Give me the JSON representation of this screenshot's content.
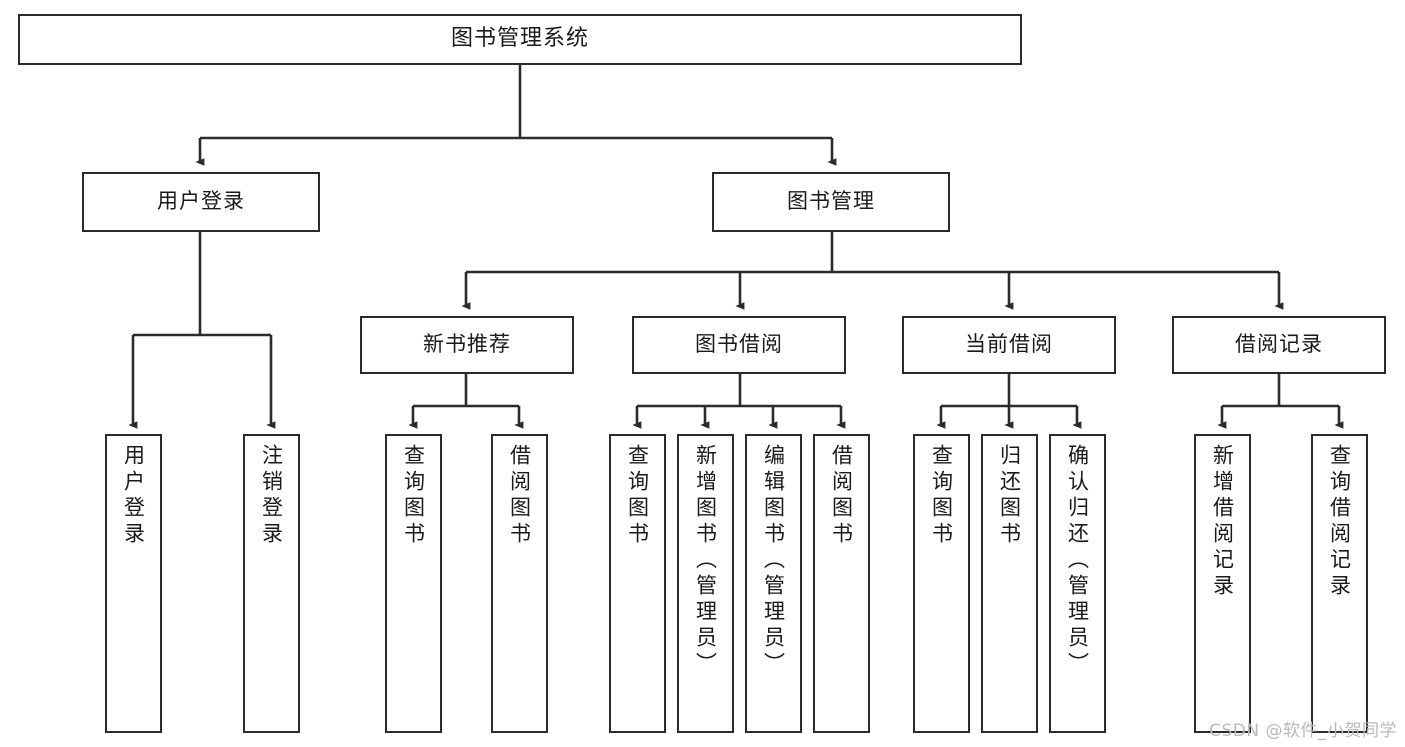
{
  "diagram": {
    "title": "图书管理系统",
    "type": "tree-hierarchy",
    "stroke_color": "#2b2b2b",
    "text_color": "#1a1a1a",
    "background": "#ffffff"
  },
  "root": {
    "label": "图书管理系统"
  },
  "level2": [
    {
      "label": "用户登录"
    },
    {
      "label": "图书管理"
    }
  ],
  "level3": [
    {
      "label": "新书推荐"
    },
    {
      "label": "图书借阅"
    },
    {
      "label": "当前借阅"
    },
    {
      "label": "借阅记录"
    }
  ],
  "leaves": {
    "user_login": [
      {
        "label": "用户登录"
      },
      {
        "label": "注销登录"
      }
    ],
    "new_book": [
      {
        "label": "查询图书"
      },
      {
        "label": "借阅图书"
      }
    ],
    "book_borrow": [
      {
        "label": "查询图书"
      },
      {
        "label": "新增图书（管理员）"
      },
      {
        "label": "编辑图书（管理员）"
      },
      {
        "label": "借阅图书"
      }
    ],
    "current_borrow": [
      {
        "label": "查询图书"
      },
      {
        "label": "归还图书"
      },
      {
        "label": "确认归还（管理员）"
      }
    ],
    "borrow_record": [
      {
        "label": "新增借阅记录"
      },
      {
        "label": "查询借阅记录"
      }
    ]
  },
  "watermark": {
    "text": "CSDN @软件_小贺同学"
  }
}
